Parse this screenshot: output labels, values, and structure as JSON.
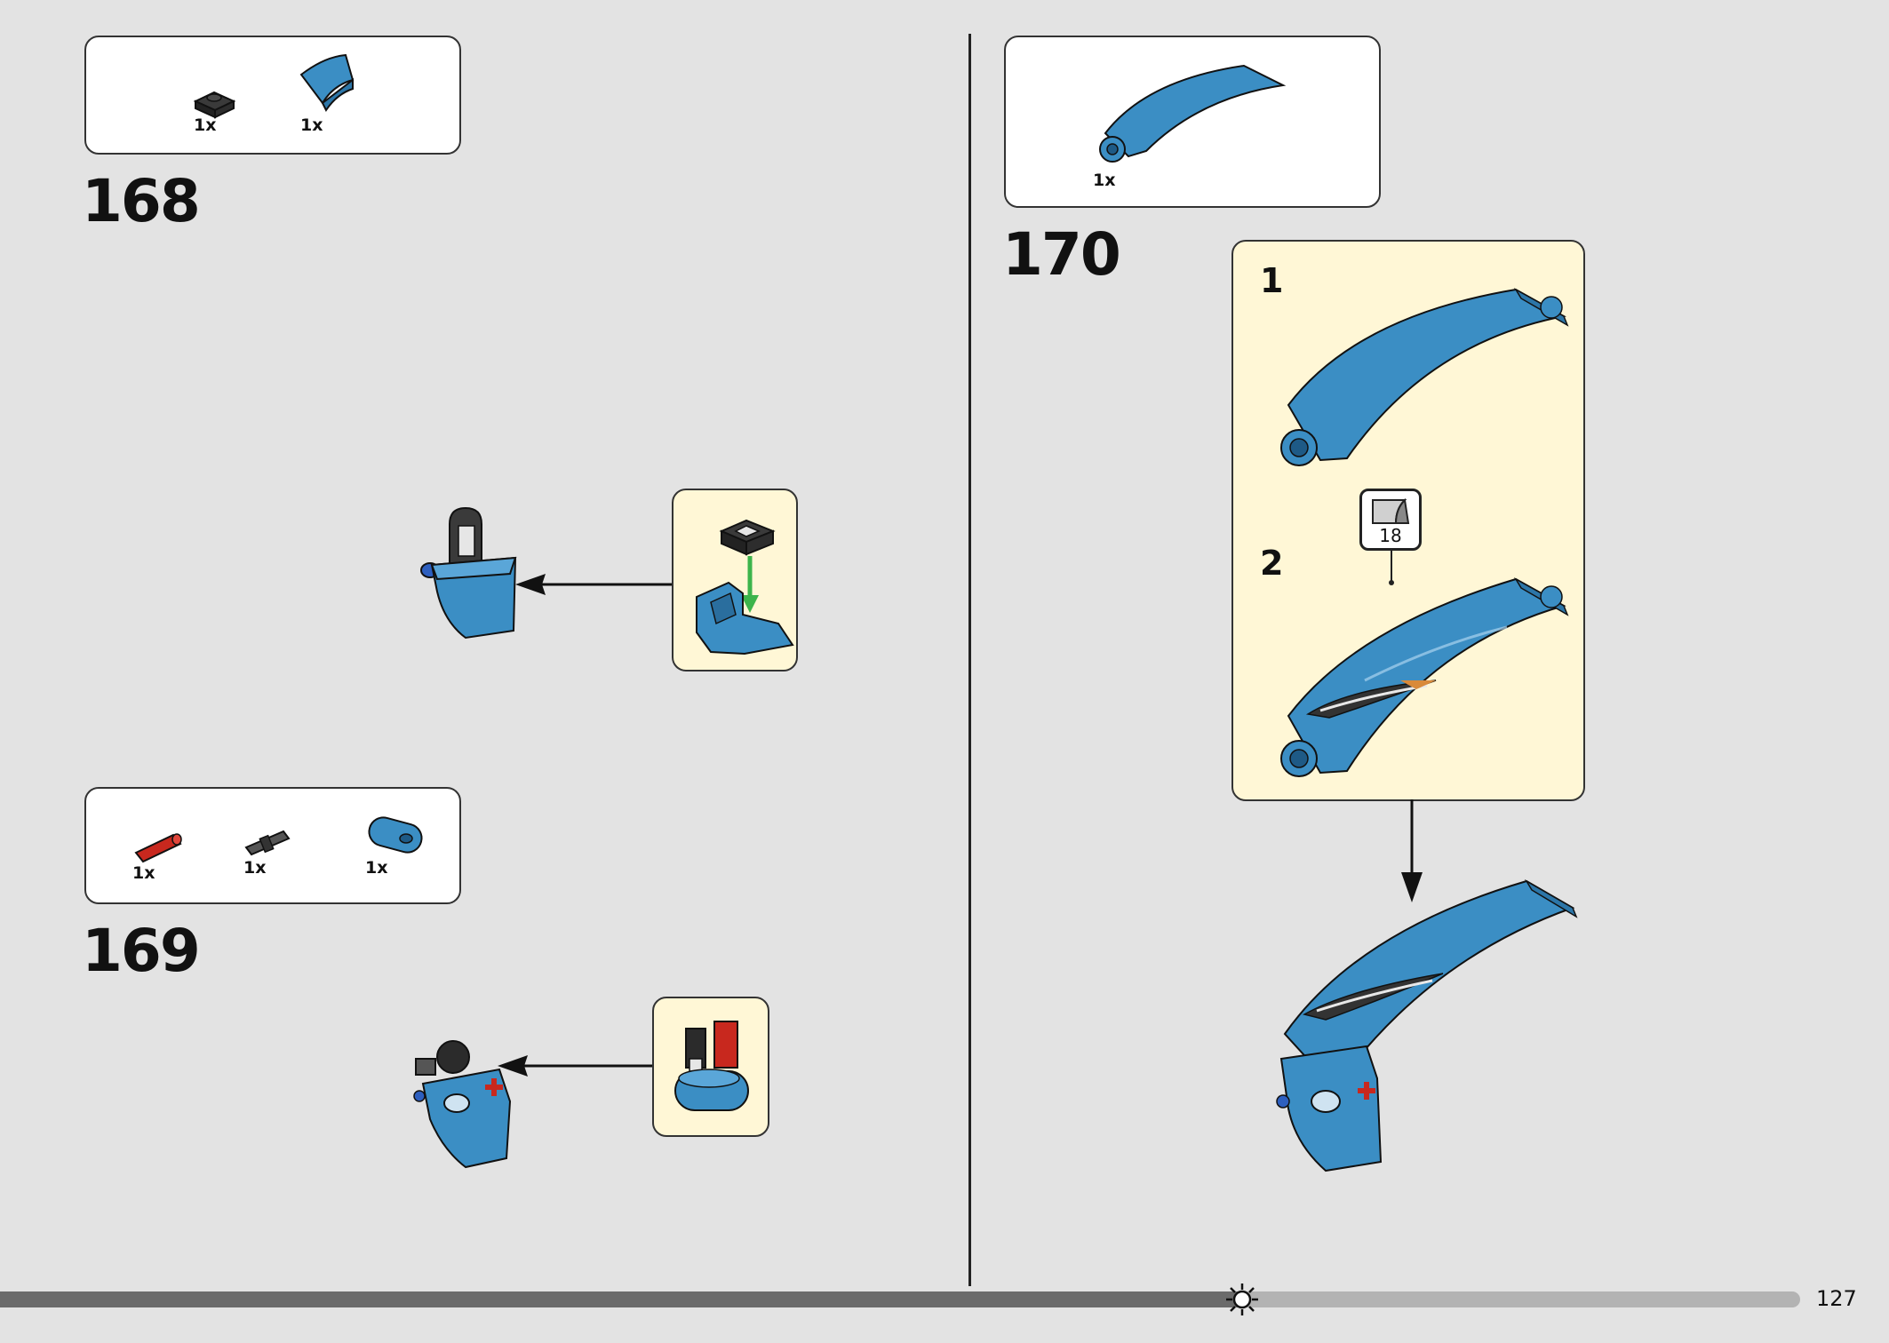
{
  "page": {
    "number": "127",
    "progress": 0.69,
    "colors": {
      "background": "#e3e3e3",
      "callout": "#fff7d6",
      "part_blue": "#3b8ec4",
      "part_dark": "#2b2b2b",
      "part_red": "#c8281e",
      "arrow_green": "#3cb44b"
    }
  },
  "steps": [
    {
      "number": "168",
      "parts": [
        {
          "qty": "1x",
          "icon": "dark-tile-1x1-icon"
        },
        {
          "qty": "1x",
          "icon": "blue-curved-wedge-icon"
        }
      ]
    },
    {
      "number": "169",
      "parts": [
        {
          "qty": "1x",
          "icon": "red-axle-icon"
        },
        {
          "qty": "1x",
          "icon": "dark-pin-icon"
        },
        {
          "qty": "1x",
          "icon": "blue-beam-icon"
        }
      ]
    },
    {
      "number": "170",
      "parts": [
        {
          "qty": "1x",
          "icon": "blue-curved-panel-icon"
        }
      ],
      "substeps": [
        "1",
        "2"
      ],
      "sticker": "18"
    }
  ]
}
